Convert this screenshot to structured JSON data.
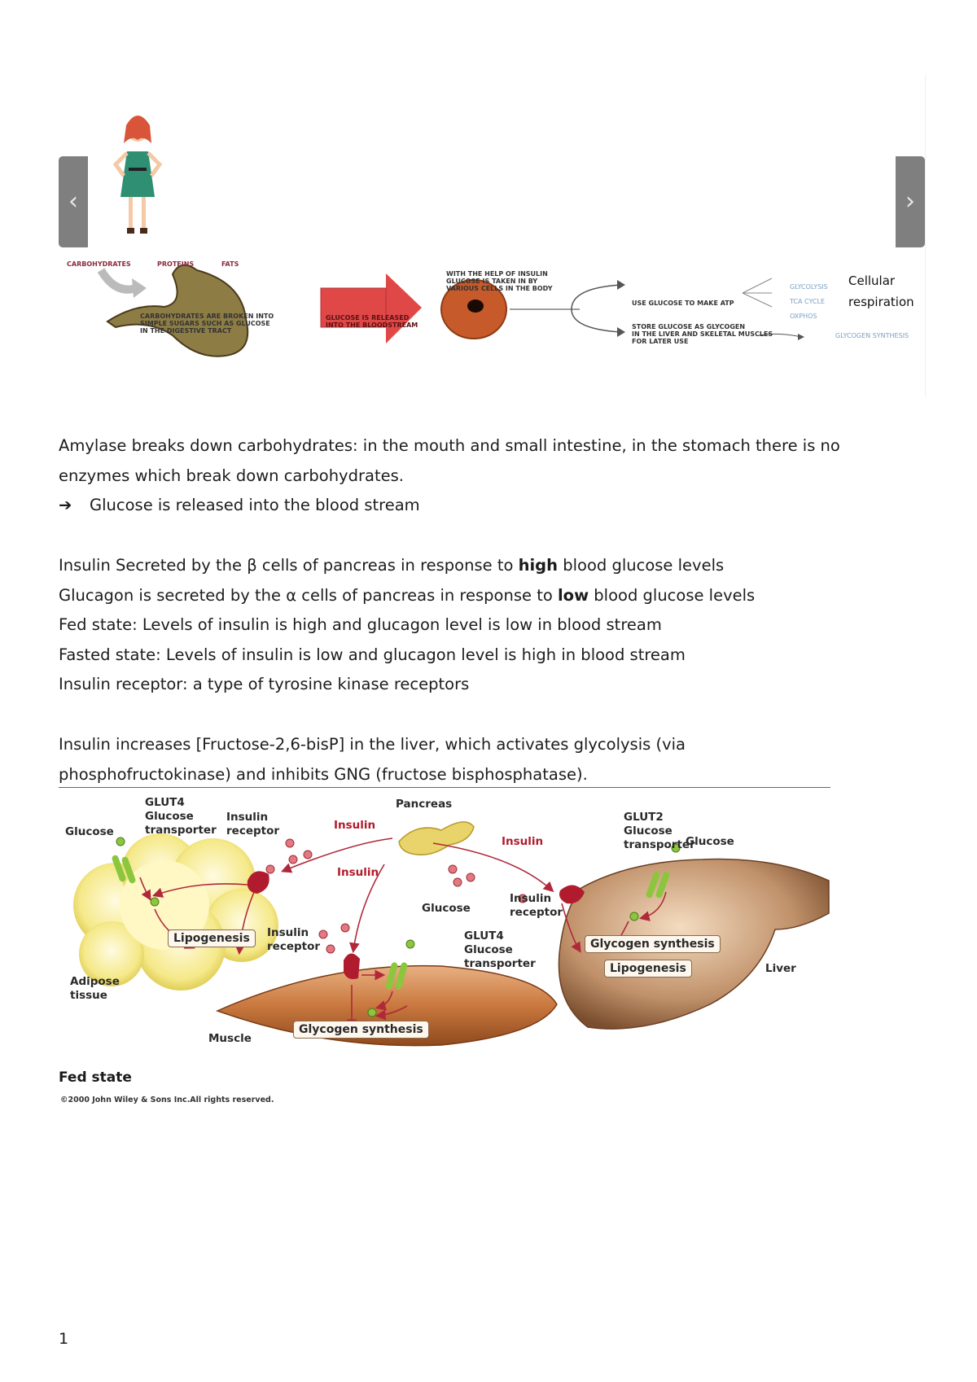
{
  "slide": {
    "prev_glyph": "‹",
    "next_glyph": "›",
    "food_labels": [
      "CARBOHYDRATES",
      "PROTEINS",
      "FATS"
    ],
    "stomach_note": [
      "CARBOHYDRATES ARE BROKEN INTO",
      "SIMPLE SUGARS SUCH AS GLUCOSE",
      "IN THE DIGESTIVE TRACT"
    ],
    "arrow_note": [
      "GLUCOSE IS RELEASED",
      "INTO THE BLOODSTREAM"
    ],
    "cell_note": [
      "WITH THE HELP OF INSULIN",
      "GLUCOSE IS TAKEN IN BY",
      "VARIOUS CELLS IN THE BODY"
    ],
    "use_note": "USE GLUCOSE TO MAKE ATP",
    "store_note": [
      "STORE GLUCOSE AS GLYCOGEN",
      "IN THE LIVER AND SKELETAL MUSCLES",
      "FOR LATER USE"
    ],
    "pathways": [
      "GLYCOLYSIS",
      "TCA CYCLE",
      "OXPHOS"
    ],
    "glycogen_synthesis": "GLYCOGEN SYNTHESIS",
    "cellular_respiration": [
      "Cellular",
      "respiration"
    ]
  },
  "text": {
    "p1_line1": "Amylase breaks down carbohydrates: in the mouth and small intestine, in the stomach there is no",
    "p1_line2": "enzymes which break down carbohydrates.",
    "arrow": "➔",
    "p1_line3": "Glucose is released into the blood stream",
    "insulin_a": "Insulin  Secreted by the β cells of pancreas in response to ",
    "insulin_b": "high",
    "insulin_c": " blood glucose levels",
    "glucagon_a": "Glucagon is secreted by the α cells of pancreas in response to ",
    "glucagon_b": "low",
    "glucagon_c": " blood glucose levels",
    "fed": "Fed state: Levels of insulin is high and glucagon level is low in blood stream",
    "fasted": "Fasted state: Levels of insulin is low and glucagon level is high in blood stream",
    "receptor": "Insulin receptor: a type of tyrosine kinase receptors",
    "p3_line1": "Insulin increases [Fructose-2,6-bisP] in the liver, which activates glycolysis (via",
    "p3_line2": "phosphofructokinase) and inhibits GNG (fructose bisphosphatase)."
  },
  "figure": {
    "glucose_left": "Glucose",
    "glut4_left": [
      "GLUT4",
      "Glucose",
      "transporter"
    ],
    "insulin_receptor_left": [
      "Insulin",
      "receptor"
    ],
    "pancreas": "Pancreas",
    "insulin_1": "Insulin",
    "insulin_2": "Insulin",
    "insulin_3": "Insulin",
    "glut2": [
      "GLUT2",
      "Glucose",
      "transporter"
    ],
    "glucose_right": "Glucose",
    "lipogenesis_left": "Lipogenesis",
    "insulin_receptor_mid": [
      "Insulin",
      "receptor"
    ],
    "glucose_mid": "Glucose",
    "glut4_mid": [
      "GLUT4",
      "Glucose",
      "transporter"
    ],
    "insulin_receptor_right": [
      "Insulin",
      "receptor"
    ],
    "glycogen_liver": "Glycogen synthesis",
    "lipogenesis_liver": "Lipogenesis",
    "liver": "Liver",
    "adipose": [
      "Adipose",
      "tissue"
    ],
    "muscle": "Muscle",
    "glycogen_muscle": "Glycogen synthesis",
    "caption": "Fed state",
    "copyright": "©2000 John Wiley & Sons Inc.All rights reserved."
  },
  "page_number": "1"
}
